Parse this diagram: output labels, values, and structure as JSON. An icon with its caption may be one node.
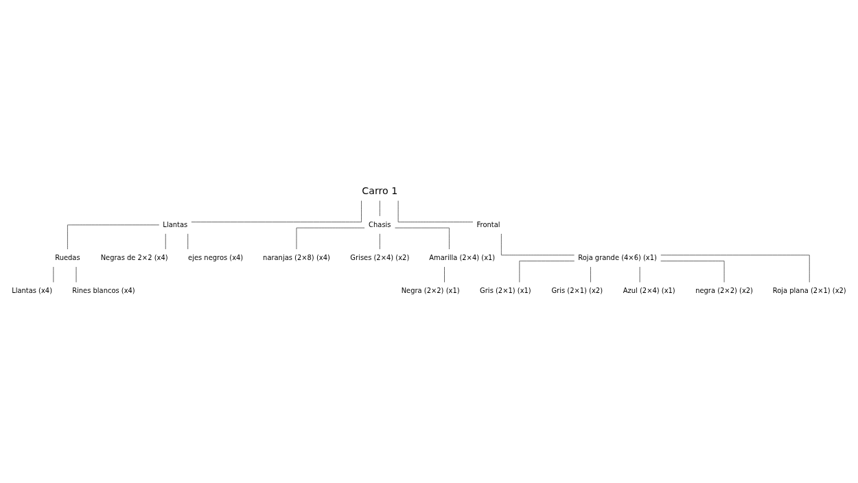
{
  "diagram": {
    "nodes": [
      {
        "text": [
          "Carro 1"
        ]
      },
      {
        "text": [
          "Llantas"
        ]
      },
      {
        "text": [
          "Chasis"
        ]
      },
      {
        "text": [
          "Frontal"
        ]
      },
      {
        "text": [
          "Ruedas"
        ]
      },
      {
        "text": [
          "Negras de 2×2 (x4)"
        ]
      },
      {
        "text": [
          "ejes negros (x4)"
        ]
      },
      {
        "text": [
          "naranjas (2×8) (x4)"
        ]
      },
      {
        "text": [
          "Grises (2×4) (x2)"
        ]
      },
      {
        "text": [
          "Amarilla (2×4) (x1)"
        ]
      },
      {
        "text": [
          "Roja grande (4×6) (x1)"
        ]
      },
      {
        "text": [
          "Llantas (x4)"
        ]
      },
      {
        "text": [
          "Rines blancos (x4)"
        ]
      },
      {
        "text": [
          "Negra (2×2) (x1)"
        ]
      },
      {
        "text": [
          "Gris (2×1) (x1)"
        ]
      },
      {
        "text": [
          "Gris (2×1) (x2)"
        ]
      },
      {
        "text": [
          "Azul (2×4) (x1)"
        ]
      },
      {
        "text": [
          "negra (2×2) (x2)"
        ]
      },
      {
        "text": [
          "Roja plana (2×1) (x2)"
        ]
      }
    ],
    "edges": [
      {
        "from": 0,
        "to": 1,
        "arrow": "none"
      },
      {
        "from": 0,
        "to": 2,
        "arrow": "none"
      },
      {
        "from": 0,
        "to": 3,
        "arrow": "none"
      },
      {
        "from": 1,
        "to": 4,
        "arrow": "none"
      },
      {
        "from": 1,
        "to": 5,
        "arrow": "none"
      },
      {
        "from": 1,
        "to": 6,
        "arrow": "none"
      },
      {
        "from": 2,
        "to": 7,
        "arrow": "none"
      },
      {
        "from": 2,
        "to": 8,
        "arrow": "none"
      },
      {
        "from": 2,
        "to": 9,
        "arrow": "none"
      },
      {
        "from": 3,
        "to": 10,
        "arrow": "none"
      },
      {
        "from": 4,
        "to": 11,
        "arrow": "none"
      },
      {
        "from": 4,
        "to": 12,
        "arrow": "none"
      },
      {
        "from": 9,
        "to": 13,
        "arrow": "none"
      },
      {
        "from": 10,
        "to": 14,
        "arrow": "none"
      },
      {
        "from": 10,
        "to": 15,
        "arrow": "none"
      },
      {
        "from": 10,
        "to": 16,
        "arrow": "none"
      },
      {
        "from": 10,
        "to": 17,
        "arrow": "none"
      },
      {
        "from": 10,
        "to": 18,
        "arrow": "none"
      }
    ]
  }
}
